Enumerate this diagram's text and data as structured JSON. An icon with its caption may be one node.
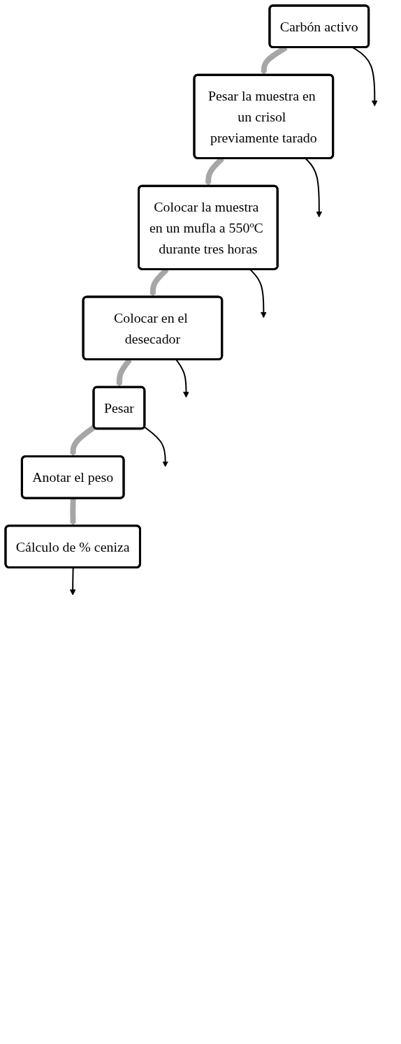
{
  "diagram": {
    "nodes": [
      {
        "text": [
          "Carbón activo"
        ]
      },
      {
        "text": [
          "Pesar la muestra en un crisol previamente tarado"
        ]
      },
      {
        "text": [
          "Colocar la muestra en un mufla a 550ºC durante tres horas"
        ]
      },
      {
        "text": [
          "Colocar en el desecador"
        ]
      },
      {
        "text": [
          "Pesar"
        ]
      },
      {
        "text": [
          "Anotar el peso"
        ]
      },
      {
        "text": [
          "Cálculo de % ceniza"
        ]
      }
    ],
    "edges": [
      {
        "from": 0,
        "to": null,
        "arrow": "to"
      },
      {
        "from": 0,
        "to": 1,
        "arrow": "to",
        "style": "thick",
        "color": "#a6a6a6"
      },
      {
        "from": 1,
        "to": null,
        "arrow": "to"
      },
      {
        "from": 1,
        "to": 2,
        "arrow": "to",
        "style": "thick",
        "color": "#a6a6a6"
      },
      {
        "from": 2,
        "to": null,
        "arrow": "to"
      },
      {
        "from": 2,
        "to": 3,
        "arrow": "to",
        "style": "thick",
        "color": "#a6a6a6"
      },
      {
        "from": 3,
        "to": null,
        "arrow": "to"
      },
      {
        "from": 3,
        "to": 4,
        "arrow": "to",
        "style": "thick",
        "color": "#a6a6a6"
      },
      {
        "from": 4,
        "to": null,
        "arrow": "to"
      },
      {
        "from": 4,
        "to": 5,
        "arrow": "to",
        "style": "thick",
        "color": "#a6a6a6"
      },
      {
        "from": 5,
        "to": 6,
        "arrow": "to",
        "style": "thick",
        "color": "#a6a6a6"
      },
      {
        "from": 6,
        "to": null,
        "arrow": "to"
      }
    ]
  }
}
